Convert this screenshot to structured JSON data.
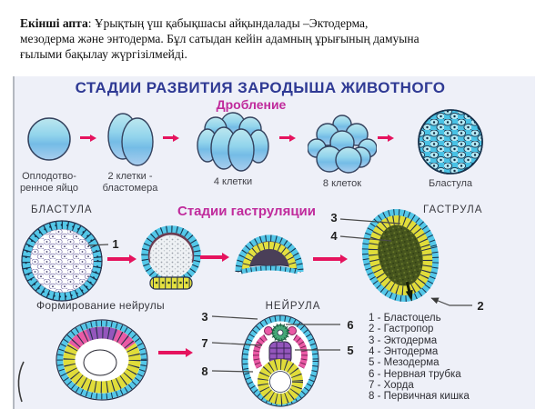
{
  "header": {
    "lead_bold": "Екінші апта",
    "line1_rest": ":  Ұрықтың үш қабықшасы айқындалады –Эктодерма,",
    "line2": "мезодерма және энтодерма. Бұл сатыдан кейін адамның ұрығының дамуына",
    "line3": "ғылыми бақылау жүргізілмейді."
  },
  "diagram": {
    "title": "СТАДИИ РАЗВИТИЯ ЗАРОДЫША ЖИВОТНОГО",
    "cleavage": {
      "heading": "Дробление",
      "labels": {
        "egg_l1": "Оплодотво-",
        "egg_l2": "ренное яйцо",
        "two_l1": "2 клетки -",
        "two_l2": "бластомера",
        "four": "4 клетки",
        "eight": "8 клеток",
        "blastula": "Бластула"
      }
    },
    "gastrulation": {
      "blastula_label": "БЛАСТУЛА",
      "heading": "Стадии гаструляции",
      "gastrula_label": "ГАСТРУЛА",
      "markers": {
        "m1": "1",
        "m2": "2",
        "m3": "3",
        "m4": "4"
      }
    },
    "neurulation": {
      "forming_label": "Формирование нейрулы",
      "neurula_label": "НЕЙРУЛА",
      "markers": {
        "m3": "3",
        "m5": "5",
        "m6": "6",
        "m7": "7",
        "m8": "8"
      }
    },
    "legend": {
      "items": [
        "1 - Бластоцель",
        "2 - Гастропор",
        "3 - Эктодерма",
        "4 - Энтодерма",
        "5 - Мезодерма",
        "6 - Нервная трубка",
        "7 - Хорда",
        "8 - Первичная кишка"
      ]
    },
    "colors": {
      "title_blue": "#2f3a94",
      "heading_magenta": "#c02b9c",
      "arrow_pink": "#e5135e",
      "cell_blue": "#54c7e8",
      "endoderm_yellow": "#e0dc3a",
      "mesoderm_pink": "#e95aa5",
      "chorda_purple": "#9456bc",
      "neural_green": "#44a877"
    }
  }
}
